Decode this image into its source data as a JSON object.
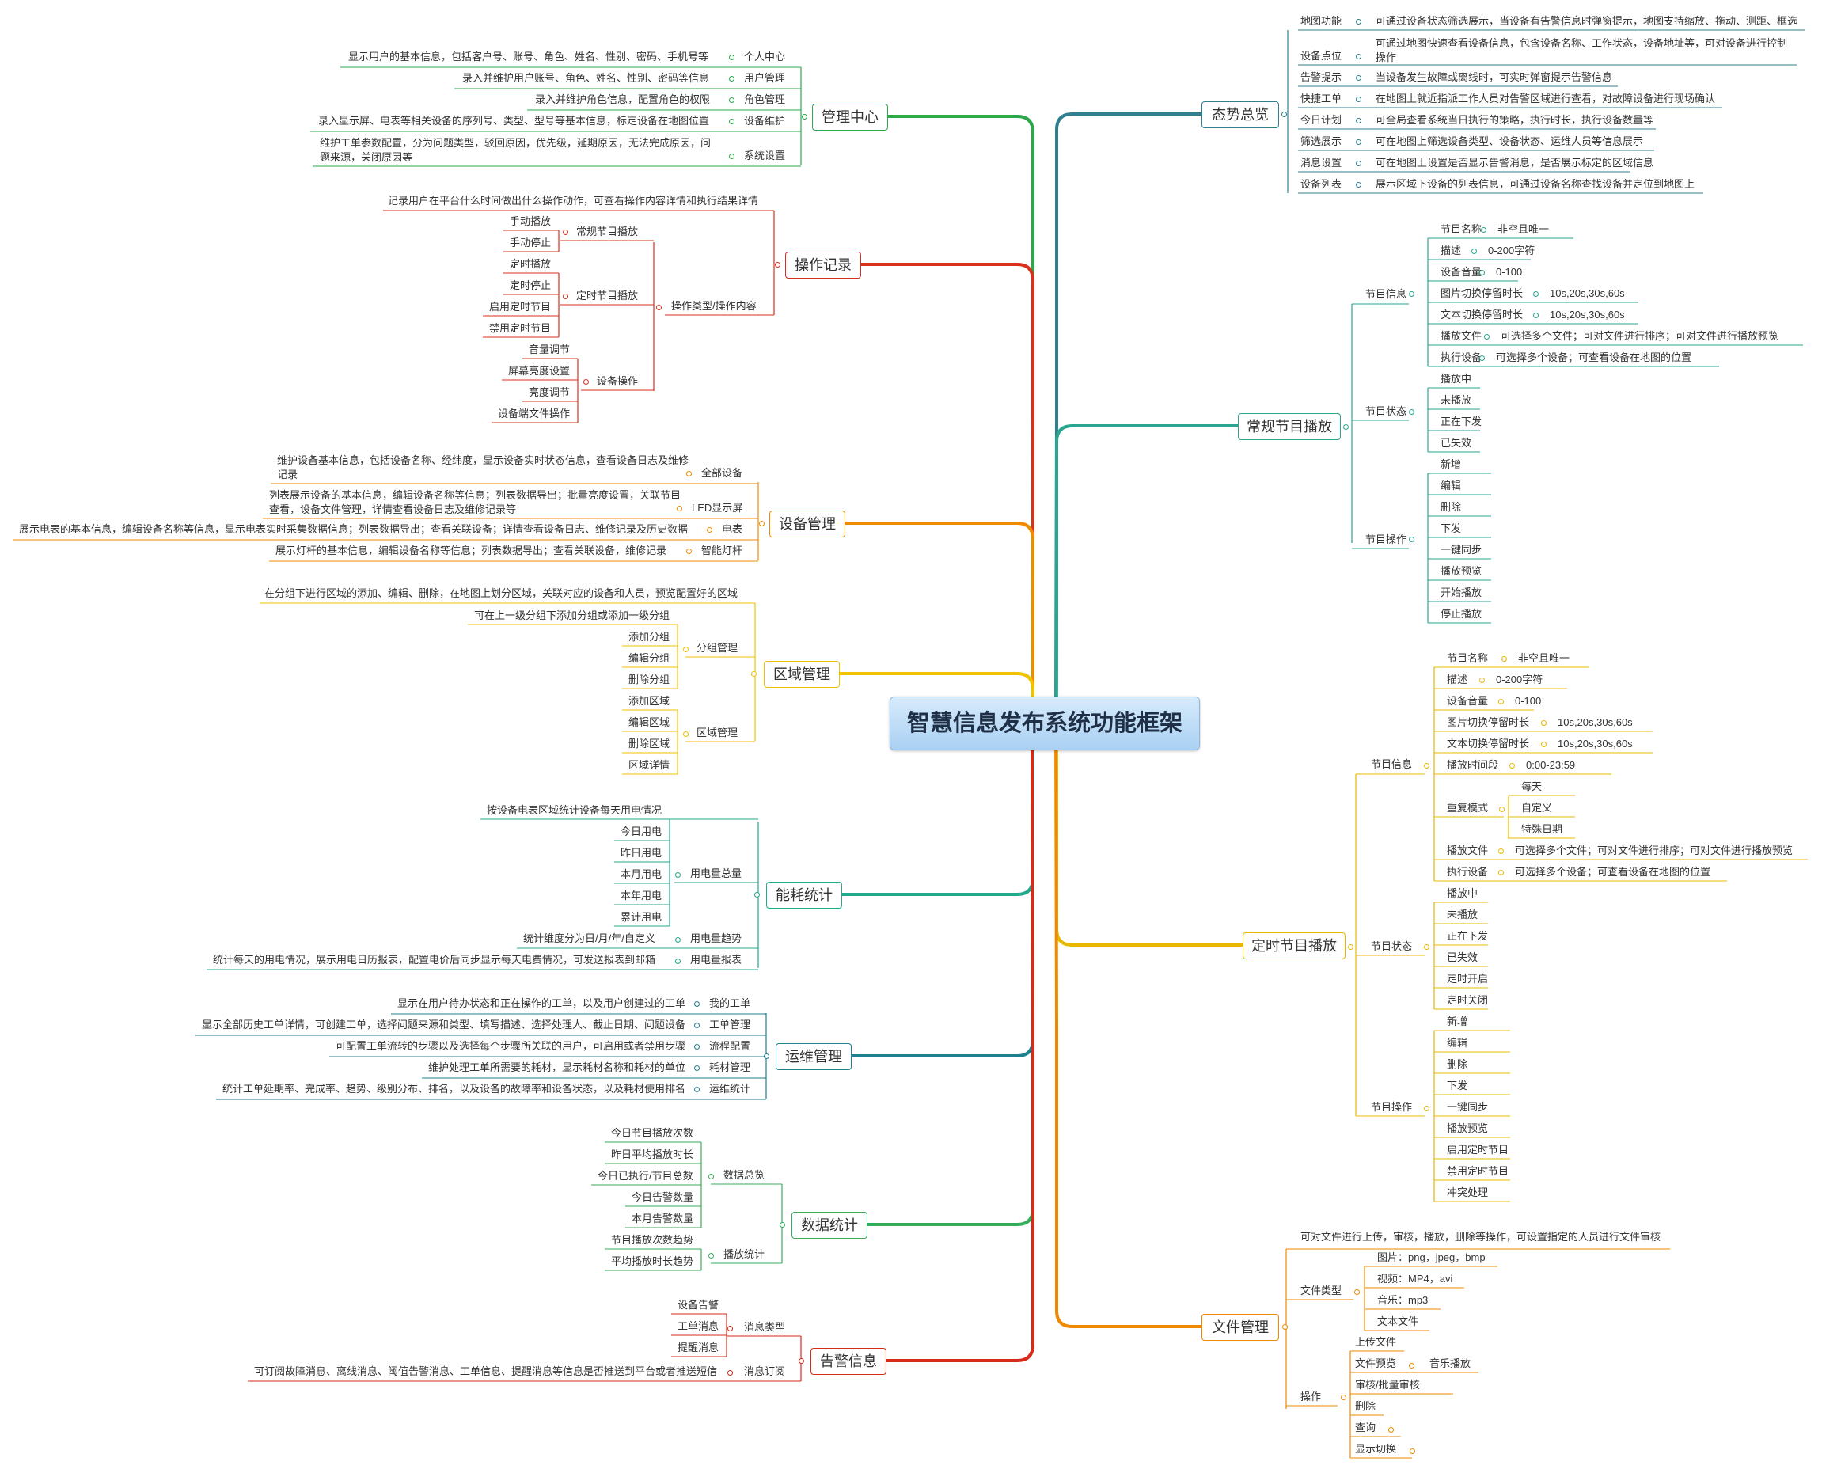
{
  "title": "智慧信息发布系统功能框架",
  "colors": {
    "态势总览": "#2f7f8f",
    "常规节目播放": "#2aa58f",
    "定时节目播放": "#e8b800",
    "文件管理": "#ef8a00",
    "管理中心": "#2aa84a",
    "操作记录": "#d9301e",
    "设备管理": "#f08a00",
    "区域管理": "#f2c200",
    "能耗统计": "#22a88a",
    "运维管理": "#1e7f8f",
    "数据统计": "#37ad5a",
    "告警信息": "#d62b18"
  },
  "branches": {
    "taishi": {
      "label": "态势总览",
      "items": [
        {
          "name": "地图功能",
          "desc": "可通过设备状态筛选展示，当设备有告警信息时弹窗提示，地图支持缩放、拖动、测距、框选"
        },
        {
          "name": "设备点位",
          "desc": "可通过地图快速查看设备信息，包含设备名称、工作状态，设备地址等，可对设备进行控制操作"
        },
        {
          "name": "告警提示",
          "desc": "当设备发生故障或离线时，可实时弹窗提示告警信息"
        },
        {
          "name": "快捷工单",
          "desc": "在地图上就近指派工作人员对告警区域进行查看，对故障设备进行现场确认"
        },
        {
          "name": "今日计划",
          "desc": "可全局查看系统当日执行的策略，执行时长，执行设备数量等"
        },
        {
          "name": "筛选展示",
          "desc": "可在地图上筛选设备类型、设备状态、运维人员等信息展示"
        },
        {
          "name": "消息设置",
          "desc": "可在地图上设置是否显示告警消息，是否展示标定的区域信息"
        },
        {
          "name": "设备列表",
          "desc": "展示区域下设备的列表信息，可通过设备名称查找设备并定位到地图上"
        }
      ]
    },
    "changgui": {
      "label": "常规节目播放",
      "info_label": "节目信息",
      "info": [
        {
          "name": "节目名称",
          "value": "非空且唯一"
        },
        {
          "name": "描述",
          "value": "0-200字符"
        },
        {
          "name": "设备音量",
          "value": "0-100"
        },
        {
          "name": "图片切换停留时长",
          "value": "10s,20s,30s,60s"
        },
        {
          "name": "文本切换停留时长",
          "value": "10s,20s,30s,60s"
        },
        {
          "name": "播放文件",
          "value": "可选择多个文件；可对文件进行排序；可对文件进行播放预览"
        },
        {
          "name": "执行设备",
          "value": "可选择多个设备；可查看设备在地图的位置"
        }
      ],
      "status_label": "节目状态",
      "status": [
        "播放中",
        "未播放",
        "正在下发",
        "已失效"
      ],
      "ops_label": "节目操作",
      "ops": [
        "新增",
        "编辑",
        "删除",
        "下发",
        "一键同步",
        "播放预览",
        "开始播放",
        "停止播放"
      ]
    },
    "dingshi": {
      "label": "定时节目播放",
      "info_label": "节目信息",
      "info": [
        {
          "name": "节目名称",
          "value": "非空且唯一"
        },
        {
          "name": "描述",
          "value": "0-200字符"
        },
        {
          "name": "设备音量",
          "value": "0-100"
        },
        {
          "name": "图片切换停留时长",
          "value": "10s,20s,30s,60s"
        },
        {
          "name": "文本切换停留时长",
          "value": "10s,20s,30s,60s"
        },
        {
          "name": "播放时间段",
          "value": "0:00-23:59"
        }
      ],
      "repeat_label": "重复模式",
      "repeat": [
        "每天",
        "自定义",
        "特殊日期"
      ],
      "info_tail": [
        {
          "name": "播放文件",
          "value": "可选择多个文件；可对文件进行排序；可对文件进行播放预览"
        },
        {
          "name": "执行设备",
          "value": "可选择多个设备；可查看设备在地图的位置"
        }
      ],
      "status_label": "节目状态",
      "status": [
        "播放中",
        "未播放",
        "正在下发",
        "已失效",
        "定时开启",
        "定时关闭"
      ],
      "ops_label": "节目操作",
      "ops": [
        "新增",
        "编辑",
        "删除",
        "下发",
        "一键同步",
        "播放预览",
        "启用定时节目",
        "禁用定时节目",
        "冲突处理"
      ]
    },
    "wenjian": {
      "label": "文件管理",
      "desc": "可对文件进行上传，审核，播放，删除等操作，可设置指定的人员进行文件审核",
      "types_label": "文件类型",
      "types": [
        "图片：png，jpeg，bmp",
        "视频：MP4，avi",
        "音乐：mp3",
        "文本文件"
      ],
      "ops_label": "操作",
      "ops": [
        "上传文件",
        "文件预览",
        "审核/批量审核",
        "删除",
        "查询",
        "显示切换"
      ],
      "preview_child": "音乐播放"
    },
    "guanli": {
      "label": "管理中心",
      "items": [
        {
          "name": "个人中心",
          "desc": "显示用户的基本信息，包括客户号、账号、角色、姓名、性别、密码、手机号等"
        },
        {
          "name": "用户管理",
          "desc": "录入并维护用户账号、角色、姓名、性别、密码等信息"
        },
        {
          "name": "角色管理",
          "desc": "录入并维护角色信息，配置角色的权限"
        },
        {
          "name": "设备维护",
          "desc": "录入显示屏、电表等相关设备的序列号、类型、型号等基本信息，标定设备在地图位置"
        },
        {
          "name": "系统设置",
          "desc": "维护工单参数配置，分为问题类型，驳回原因，优先级，延期原因，无法完成原因，问题来源，关闭原因等"
        }
      ]
    },
    "caozuo": {
      "label": "操作记录",
      "desc": "记录用户在平台什么时间做出什么操作动作，可查看操作内容详情和执行结果详情",
      "type_label": "操作类型/操作内容",
      "groups": [
        {
          "name": "常规节目播放",
          "items": [
            "手动播放",
            "手动停止"
          ]
        },
        {
          "name": "定时节目播放",
          "items": [
            "定时播放",
            "定时停止",
            "启用定时节目",
            "禁用定时节目"
          ]
        },
        {
          "name": "设备操作",
          "items": [
            "音量调节",
            "屏幕亮度设置",
            "亮度调节",
            "设备端文件操作"
          ]
        }
      ]
    },
    "shebei": {
      "label": "设备管理",
      "items": [
        {
          "name": "全部设备",
          "desc": "维护设备基本信息，包括设备名称、经纬度，显示设备实时状态信息，查看设备日志及维修记录"
        },
        {
          "name": "LED显示屏",
          "desc": "列表展示设备的基本信息，编辑设备名称等信息；列表数据导出；批量亮度设置，关联节目查看，设备文件管理，详情查看设备日志及维修记录等"
        },
        {
          "name": "电表",
          "desc": "展示电表的基本信息，编辑设备名称等信息，显示电表实时采集数据信息；列表数据导出；查看关联设备；详情查看设备日志、维修记录及历史数据"
        },
        {
          "name": "智能灯杆",
          "desc": "展示灯杆的基本信息，编辑设备名称等信息；列表数据导出；查看关联设备，维修记录"
        }
      ]
    },
    "quyu": {
      "label": "区域管理",
      "desc": "在分组下进行区域的添加、编辑、删除，在地图上划分区域，关联对应的设备和人员，预览配置好的区域",
      "group_label": "分组管理",
      "group_items": [
        "可在上一级分组下添加分组或添加一级分组",
        "添加分组",
        "编辑分组",
        "删除分组"
      ],
      "area_label": "区域管理",
      "area_items": [
        "添加区域",
        "编辑区域",
        "删除区域",
        "区域详情"
      ]
    },
    "nenghao": {
      "label": "能耗统计",
      "total_label": "用电量总量",
      "total_items": [
        "按设备电表区域统计设备每天用电情况",
        "今日用电",
        "昨日用电",
        "本月用电",
        "本年用电",
        "累计用电"
      ],
      "trend": {
        "name": "用电量趋势",
        "desc": "统计维度分为日/月/年/自定义"
      },
      "report": {
        "name": "用电量报表",
        "desc": "统计每天的用电情况，展示用电日历报表，配置电价后同步显示每天电费情况，可发送报表到邮箱"
      }
    },
    "yunwei": {
      "label": "运维管理",
      "items": [
        {
          "name": "我的工单",
          "desc": "显示在用户待办状态和正在操作的工单，以及用户创建过的工单"
        },
        {
          "name": "工单管理",
          "desc": "显示全部历史工单详情，可创建工单，选择问题来源和类型、填写描述、选择处理人、截止日期、问题设备"
        },
        {
          "name": "流程配置",
          "desc": "可配置工单流转的步骤以及选择每个步骤所关联的用户，可启用或者禁用步骤"
        },
        {
          "name": "耗材管理",
          "desc": "维护处理工单所需要的耗材，显示耗材名称和耗材的单位"
        },
        {
          "name": "运维统计",
          "desc": "统计工单延期率、完成率、趋势、级别分布、排名，以及设备的故障率和设备状态，以及耗材使用排名"
        }
      ]
    },
    "shuju": {
      "label": "数据统计",
      "overview_label": "数据总览",
      "overview": [
        "今日节目播放次数",
        "昨日平均播放时长",
        "今日已执行/节目总数",
        "今日告警数量",
        "本月告警数量"
      ],
      "play_label": "播放统计",
      "play": [
        "节目播放次数趋势",
        "平均播放时长趋势"
      ]
    },
    "gaojing": {
      "label": "告警信息",
      "types_label": "消息类型",
      "types": [
        "设备告警",
        "工单消息",
        "提醒消息"
      ],
      "sub": {
        "name": "消息订阅",
        "desc": "可订阅故障消息、离线消息、阈值告警消息、工单信息、提醒消息等信息是否推送到平台或者推送短信"
      }
    }
  }
}
